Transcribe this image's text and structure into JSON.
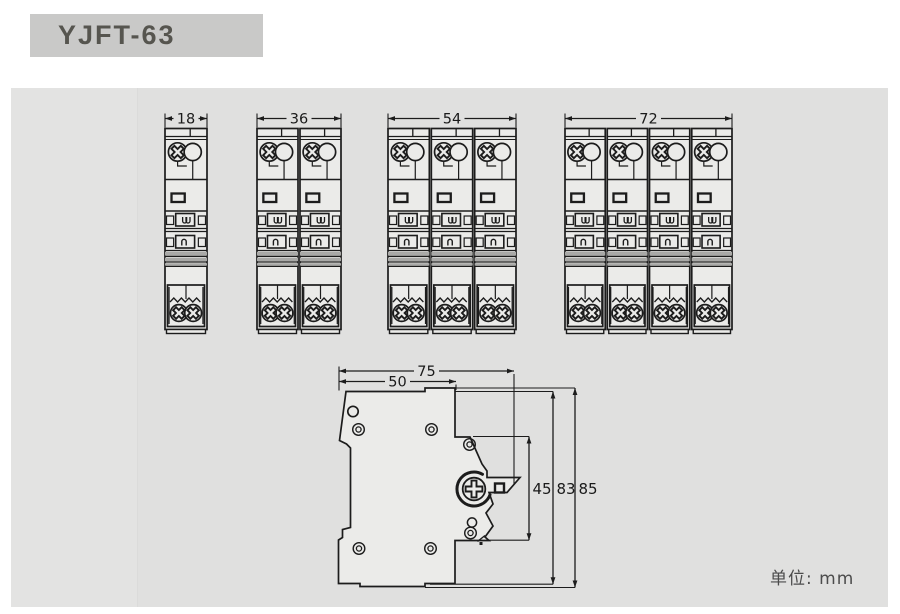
{
  "header": {
    "model": "YJFT-63"
  },
  "note": {
    "unit_label": "单位: mm"
  },
  "front_views": {
    "units": [
      {
        "poles": 1,
        "width_mm": "18"
      },
      {
        "poles": 2,
        "width_mm": "36"
      },
      {
        "poles": 3,
        "width_mm": "54"
      },
      {
        "poles": 4,
        "width_mm": "72"
      }
    ]
  },
  "side_view": {
    "depth_dims_mm": [
      "75",
      "50"
    ],
    "height_dims_mm": [
      "45",
      "83",
      "85"
    ]
  },
  "colors": {
    "banner_bg": "#c9c9c8",
    "banner_text": "#56554f",
    "panel_bg": "#e0e0df",
    "panel_left_bg": "#e3e3e2",
    "line": "#1c1c1c",
    "module_fill": "#ebebe9",
    "stripe_fill": "#a9a9a7",
    "dim_text": "#1a1a1a",
    "note_text": "#4c4c4c"
  }
}
